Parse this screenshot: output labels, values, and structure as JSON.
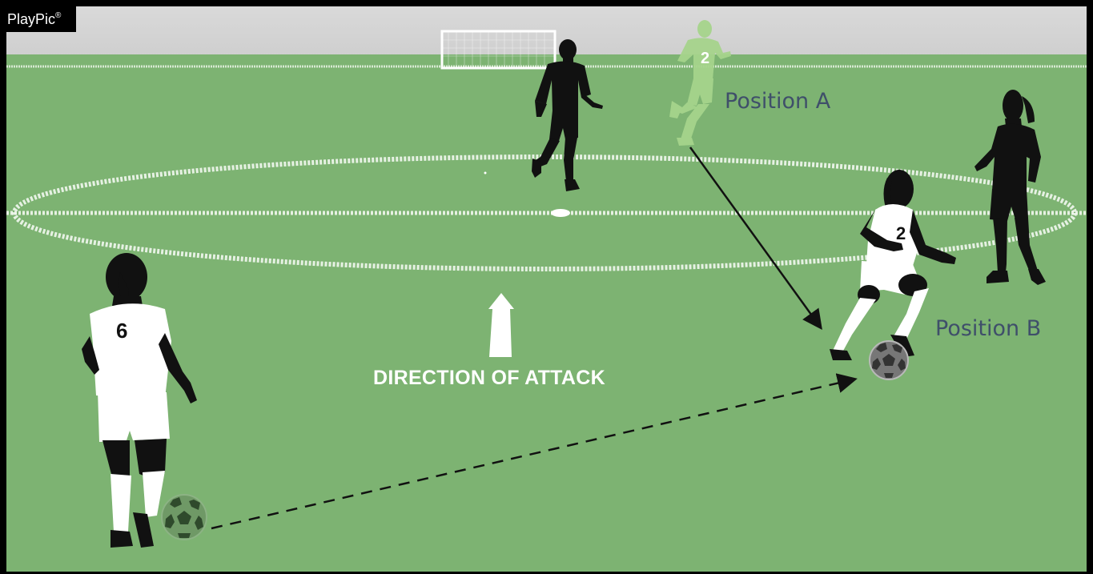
{
  "brand": {
    "name": "PlayPic",
    "mark": "®"
  },
  "labels": {
    "position_a": "Position A",
    "position_b": "Position B",
    "direction": "DIRECTION OF ATTACK"
  },
  "players": {
    "ghost_number": "2",
    "receiver_number": "2",
    "passer_number": "6"
  },
  "colors": {
    "field": "#7db372",
    "sky": "#d8d8d8",
    "lines": "#f4f8f2",
    "text_positions": "#3f4f6a",
    "silhouette": "#101010",
    "ghost": "#a6d48c"
  }
}
